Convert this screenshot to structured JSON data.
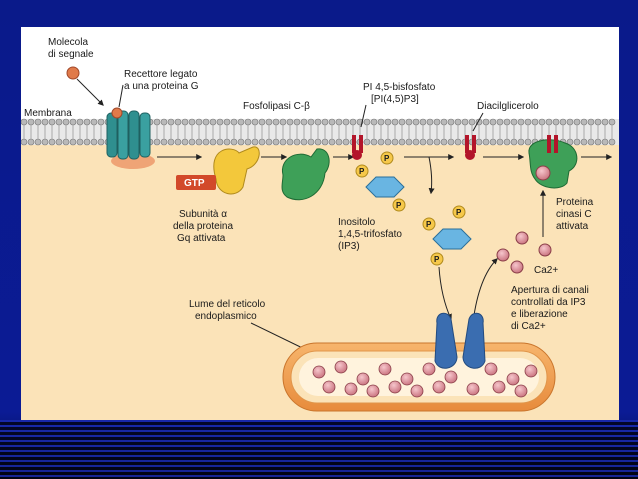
{
  "labels": {
    "signal_molecule": [
      "Molecola",
      "di segnale"
    ],
    "receptor": [
      "Recettore legato",
      "a una proteina G"
    ],
    "membrane": "Membrana",
    "phospholipase": "Fosfolipasi C-β",
    "pip2": [
      "PI 4,5-bisfosfato",
      "[PI(4,5)P3]"
    ],
    "dag": "Diacilglicerolo",
    "gtp": "GTP",
    "alpha_subunit": [
      "Subunità α",
      "della proteina",
      "Gq attivata"
    ],
    "ip3": [
      "Inositolo",
      "1,4,5-trifosfato",
      "(IP3)"
    ],
    "pkc": [
      "Proteina",
      "cinasi C",
      "attivata"
    ],
    "calcium": "Ca2+",
    "er_lumen": [
      "Lume del reticolo",
      "endoplasmico"
    ],
    "channel_opening": [
      "Apertura di canali",
      "controllati da IP3",
      "e liberazione",
      "di Ca2+"
    ],
    "phosphate": "P"
  },
  "colors": {
    "cytosol": "#fbe3b8",
    "membrane_head": "#b9b9b9",
    "receptor": "#2f8f8f",
    "phospholipase": "#3ea058",
    "alpha": "#f3c83b",
    "gtp": "#d2492a",
    "channel": "#3a6db0",
    "er": "#f0a35a",
    "calcium": "#d98a96",
    "dag": "#b3152a",
    "phosphate": "#f6c84a",
    "ring": "#69b5e2"
  }
}
